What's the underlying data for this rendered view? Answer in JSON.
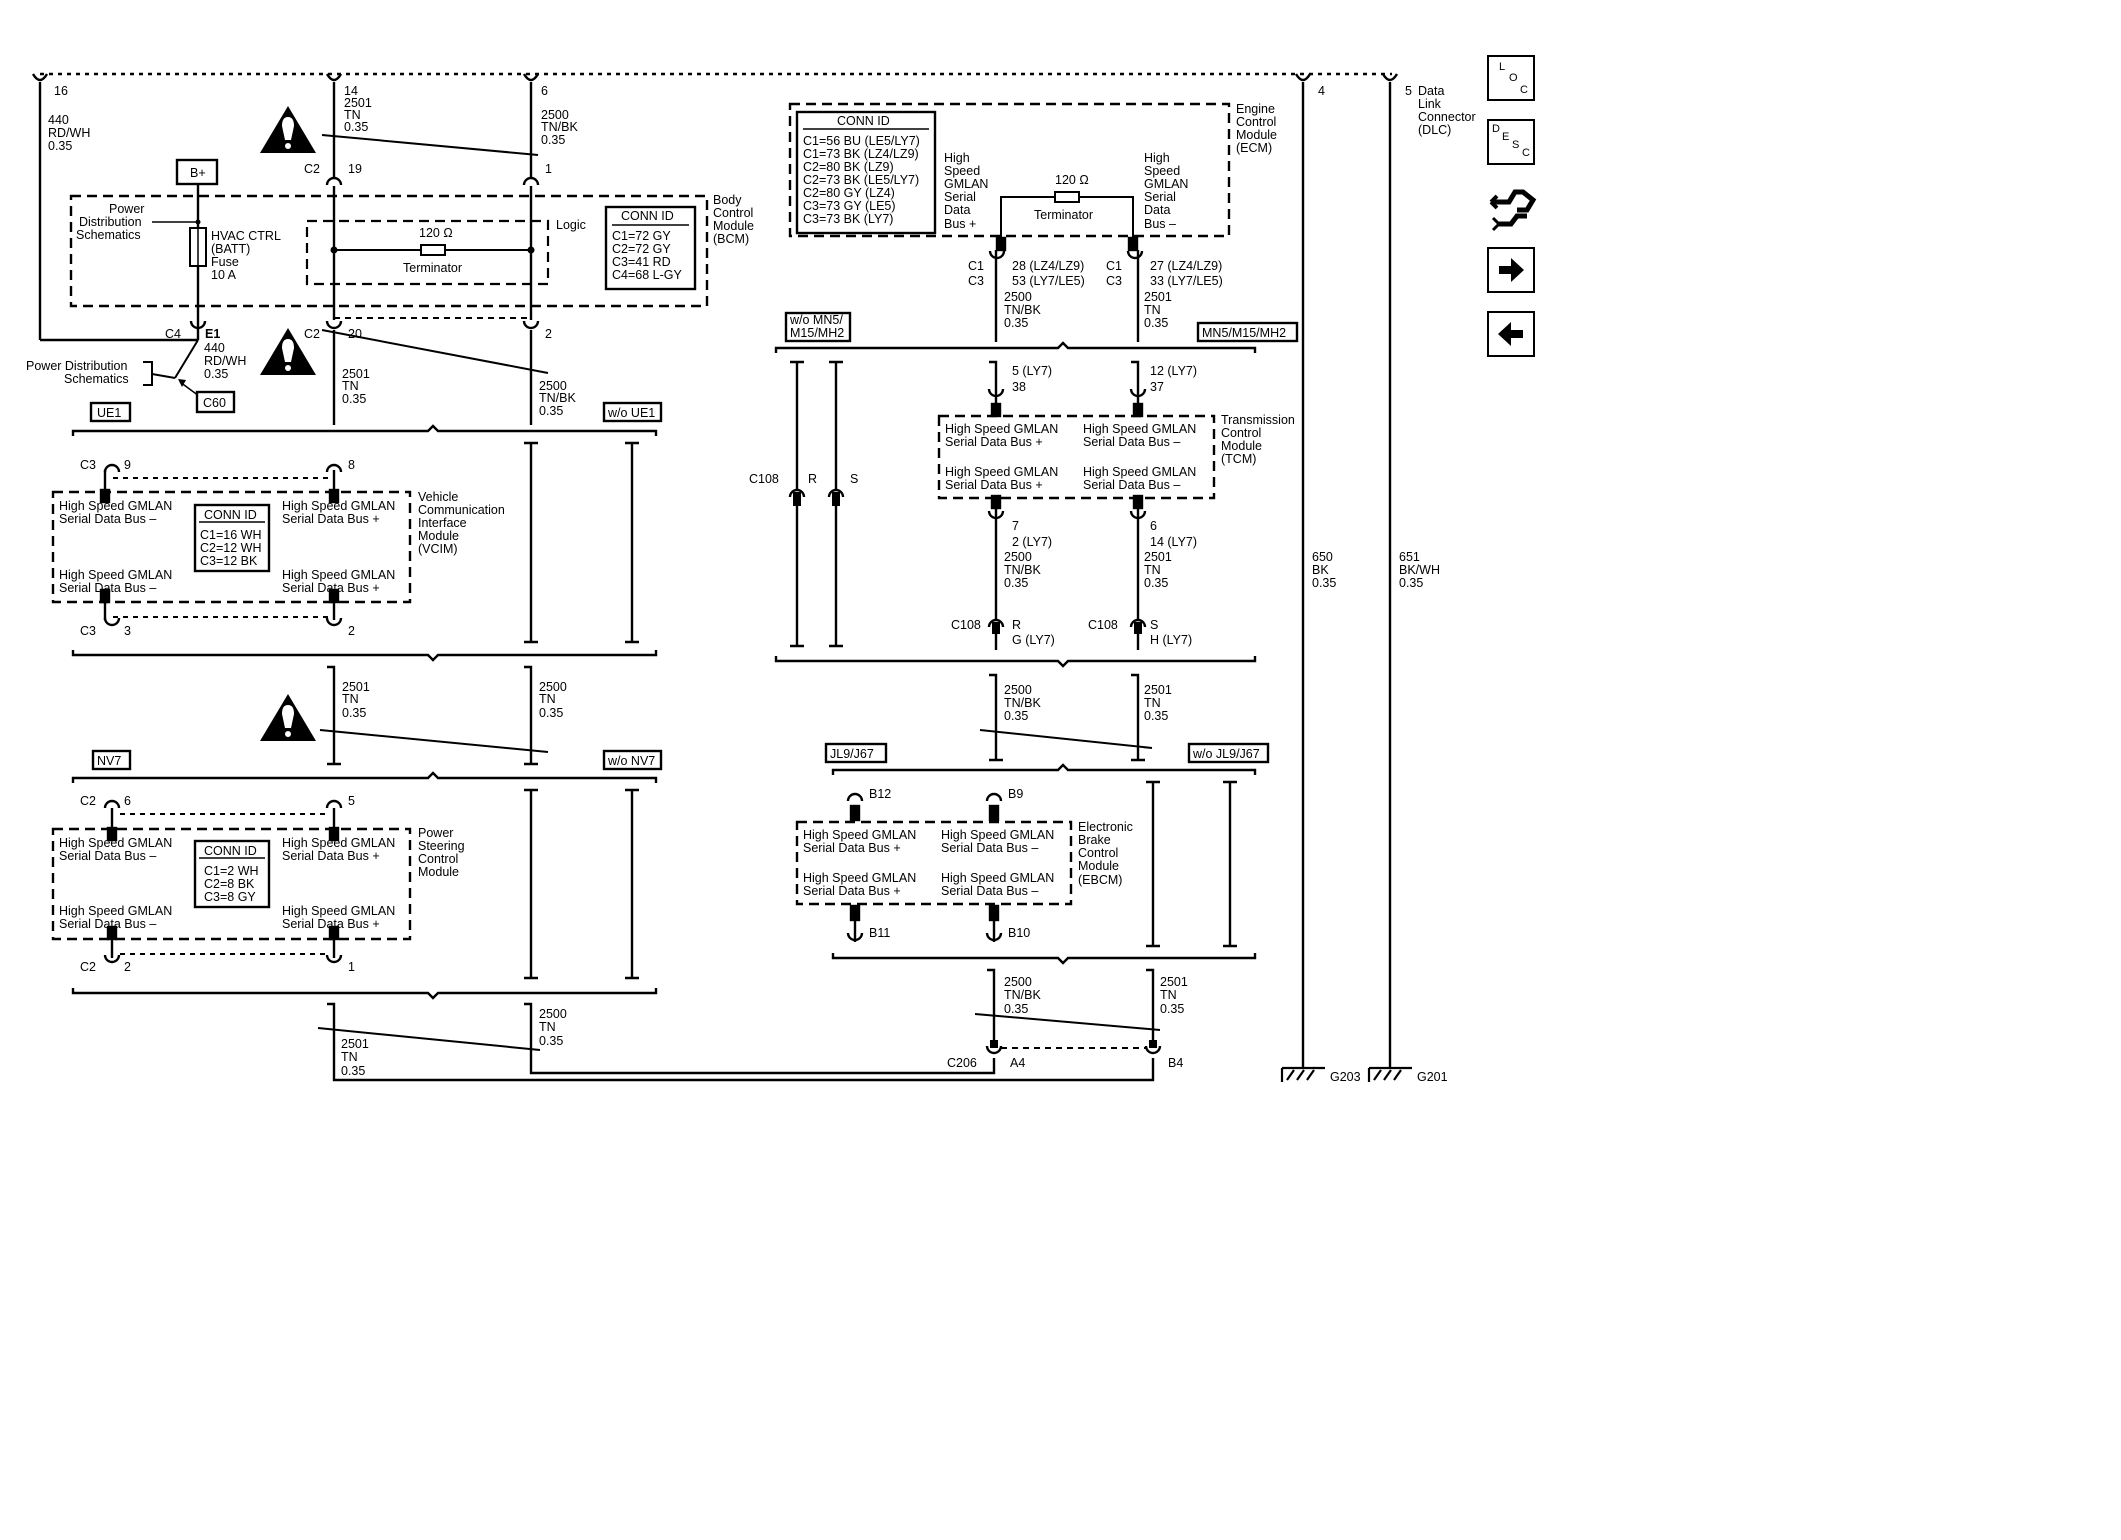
{
  "labels": {
    "p16": "16",
    "w440": "440",
    "c440": "RD/WH",
    "g440": "0.35",
    "p14": "14",
    "w2501a": "2501",
    "cTNa": "TN",
    "g035a": "0.35",
    "p6": "6",
    "w2500a": "2500",
    "cTNBKa": "TN/BK",
    "g035b": "0.35",
    "p4": "4",
    "p5dlc": "5",
    "dlc": [
      "Data",
      "Link",
      "Connector",
      "(DLC)"
    ],
    "c2a": "C2",
    "p19": "19",
    "p1": "1",
    "bplus": "B+",
    "pds1": [
      "Power",
      "Distribution",
      "Schematics"
    ],
    "fuse": [
      "HVAC CTRL",
      "(BATT)",
      "Fuse",
      "10 A"
    ],
    "logic": "Logic",
    "ohm120": "120 Ω",
    "terminator": "Terminator",
    "bcm_conn_title": "CONN ID",
    "bcm_conn": [
      "C1=72 GY",
      "C2=72 GY",
      "C3=41 RD",
      "C4=68 L-GY"
    ],
    "bcm": [
      "Body",
      "Control",
      "Module",
      "(BCM)"
    ],
    "c4": "C4",
    "e1": "E1",
    "e1w": [
      "440",
      "RD/WH",
      "0.35"
    ],
    "c2b": "C2",
    "p20": "20",
    "p2": "2",
    "pds2": [
      "Power Distribution",
      "Schematics"
    ],
    "c60": "C60",
    "w2501b": [
      "2501",
      "TN",
      "0.35"
    ],
    "w2500b": [
      "2500",
      "TN/BK",
      "0.35"
    ],
    "ue1": "UE1",
    "wo_ue1": "w/o UE1",
    "c3a": "C3",
    "p9": "9",
    "p8": "8",
    "hs_minus": [
      "High Speed GMLAN",
      "Serial Data Bus –"
    ],
    "hs_plus": [
      "High Speed GMLAN",
      "Serial Data Bus +"
    ],
    "vcim_conn_title": "CONN ID",
    "vcim_conn": [
      "C1=16 WH",
      "C2=12 WH",
      "C3=12 BK"
    ],
    "vcim": [
      "Vehicle",
      "Communication",
      "Interface",
      "Module",
      "(VCIM)"
    ],
    "c3b": "C3",
    "p3": "3",
    "p2b": "2",
    "w2501c": [
      "2501",
      "TN",
      "0.35"
    ],
    "w2500c": [
      "2500",
      "TN",
      "0.35"
    ],
    "nv7": "NV7",
    "wo_nv7": "w/o NV7",
    "c2c": "C2",
    "p6b": "6",
    "p5": "5",
    "psc_conn_title": "CONN ID",
    "psc_conn": [
      "C1=2 WH",
      "C2=8 BK",
      "C3=8 GY"
    ],
    "psc": [
      "Power",
      "Steering",
      "Control",
      "Module"
    ],
    "c2d": "C2",
    "p2c": "2",
    "p1b": "1",
    "w2501d": [
      "2501",
      "TN",
      "0.35"
    ],
    "w2500d": [
      "2500",
      "TN",
      "0.35"
    ],
    "ecm_conn_title": "CONN ID",
    "ecm_conn": [
      "C1=56 BU (LE5/LY7)",
      "C1=73 BK (LZ4/LZ9)",
      "C2=80 BK (LZ9)",
      "C2=73 BK (LE5/LY7)",
      "C2=80 GY (LZ4)",
      "C3=73 GY (LE5)",
      "C3=73 BK (LY7)"
    ],
    "ecm_hp": [
      "High",
      "Speed",
      "GMLAN",
      "Serial",
      "Data",
      "Bus +"
    ],
    "ecm_hm": [
      "High",
      "Speed",
      "GMLAN",
      "Serial",
      "Data",
      "Bus –"
    ],
    "ecm": [
      "Engine",
      "Control",
      "Module",
      "(ECM)"
    ],
    "ecm_c1a": "C1",
    "ecm_c3a": "C3",
    "ecm_pin_a": [
      "28 (LZ4/LZ9)",
      "53 (LY7/LE5)"
    ],
    "ecm_c1b": "C1",
    "ecm_c3b": "C3",
    "ecm_pin_b": [
      "27 (LZ4/LZ9)",
      "33 (LY7/LE5)"
    ],
    "w2500e": [
      "2500",
      "TN/BK",
      "0.35"
    ],
    "w2501e": [
      "2501",
      "TN",
      "0.35"
    ],
    "wo_mn5": [
      "w/o MN5/",
      "M15/MH2"
    ],
    "mn5": "MN5/M15/MH2",
    "tcm_p1": [
      "5 (LY7)",
      "38"
    ],
    "tcm_p2": [
      "12 (LY7)",
      "37"
    ],
    "tcm": [
      "Transmission",
      "Control",
      "Module",
      "(TCM)"
    ],
    "c108a": "C108",
    "r": "R",
    "s": "S",
    "tcm_p3": [
      "7",
      "2 (LY7)"
    ],
    "tcm_p4": [
      "6",
      "14 (LY7)"
    ],
    "w2500f": [
      "2500",
      "TN/BK",
      "0.35"
    ],
    "w2501f": [
      "2501",
      "TN",
      "0.35"
    ],
    "c108b": "C108",
    "rb": "R",
    "g_ly7": "G (LY7)",
    "c108c": "C108",
    "sb": "S",
    "h_ly7": "H (LY7)",
    "w2500g": [
      "2500",
      "TN/BK",
      "0.35"
    ],
    "w2501g": [
      "2501",
      "TN",
      "0.35"
    ],
    "jl9": "JL9/J67",
    "wo_jl9": "w/o JL9/J67",
    "b12": "B12",
    "b9": "B9",
    "b11": "B11",
    "b10": "B10",
    "ebcm": [
      "Electronic",
      "Brake",
      "Control",
      "Module",
      "(EBCM)"
    ],
    "w2500h": [
      "2500",
      "TN/BK",
      "0.35"
    ],
    "w2501h": [
      "2501",
      "TN",
      "0.35"
    ],
    "c206": "C206",
    "a4": "A4",
    "b4": "B4",
    "w650": [
      "650",
      "BK",
      "0.35"
    ],
    "w651": [
      "651",
      "BK/WH",
      "0.35"
    ],
    "g203": "G203",
    "g201": "G201"
  },
  "nav": {
    "loc": [
      "L",
      "O",
      "C"
    ],
    "desc": [
      "D",
      "E",
      "S",
      "C"
    ],
    "icons": [
      "wiring-harness-icon",
      "arrow-right-icon",
      "arrow-left-icon"
    ]
  }
}
